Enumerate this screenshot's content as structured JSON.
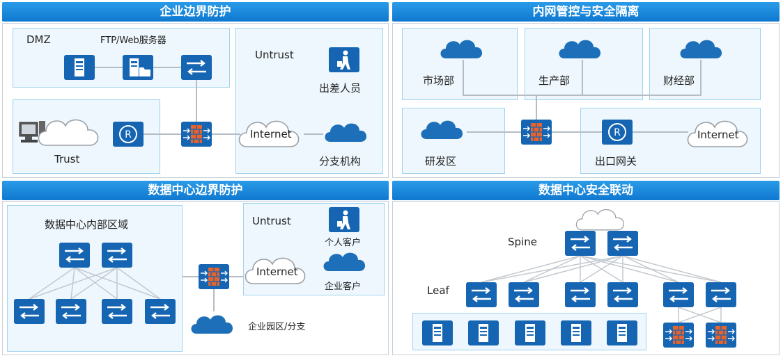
{
  "panels": {
    "tl": {
      "title": "企业边界防护",
      "dmz": "DMZ",
      "ftp_server": "FTP/Web服务器",
      "untrust": "Untrust",
      "traveler": "出差人员",
      "internet": "Internet",
      "branch": "分支机构",
      "trust": "Trust"
    },
    "tr": {
      "title": "内网管控与安全隔离",
      "market": "市场部",
      "production": "生产部",
      "finance": "财经部",
      "rd": "研发区",
      "egress": "出口网关",
      "internet": "Internet"
    },
    "bl": {
      "title": "数据中心边界防护",
      "dc_internal": "数据中心内部区域",
      "untrust": "Untrust",
      "personal": "个人客户",
      "internet": "Internet",
      "enterprise": "企业客户",
      "campus": "企业园区/分支"
    },
    "br": {
      "title": "数据中心安全联动",
      "spine": "Spine",
      "leaf": "Leaf"
    }
  },
  "colors": {
    "banner": "#1a8ad9",
    "device": "#1565b3",
    "cloud_blue": "#1c6fb8",
    "zone_fill": "#eef7fd",
    "firewall_brick": "#e8632b"
  }
}
